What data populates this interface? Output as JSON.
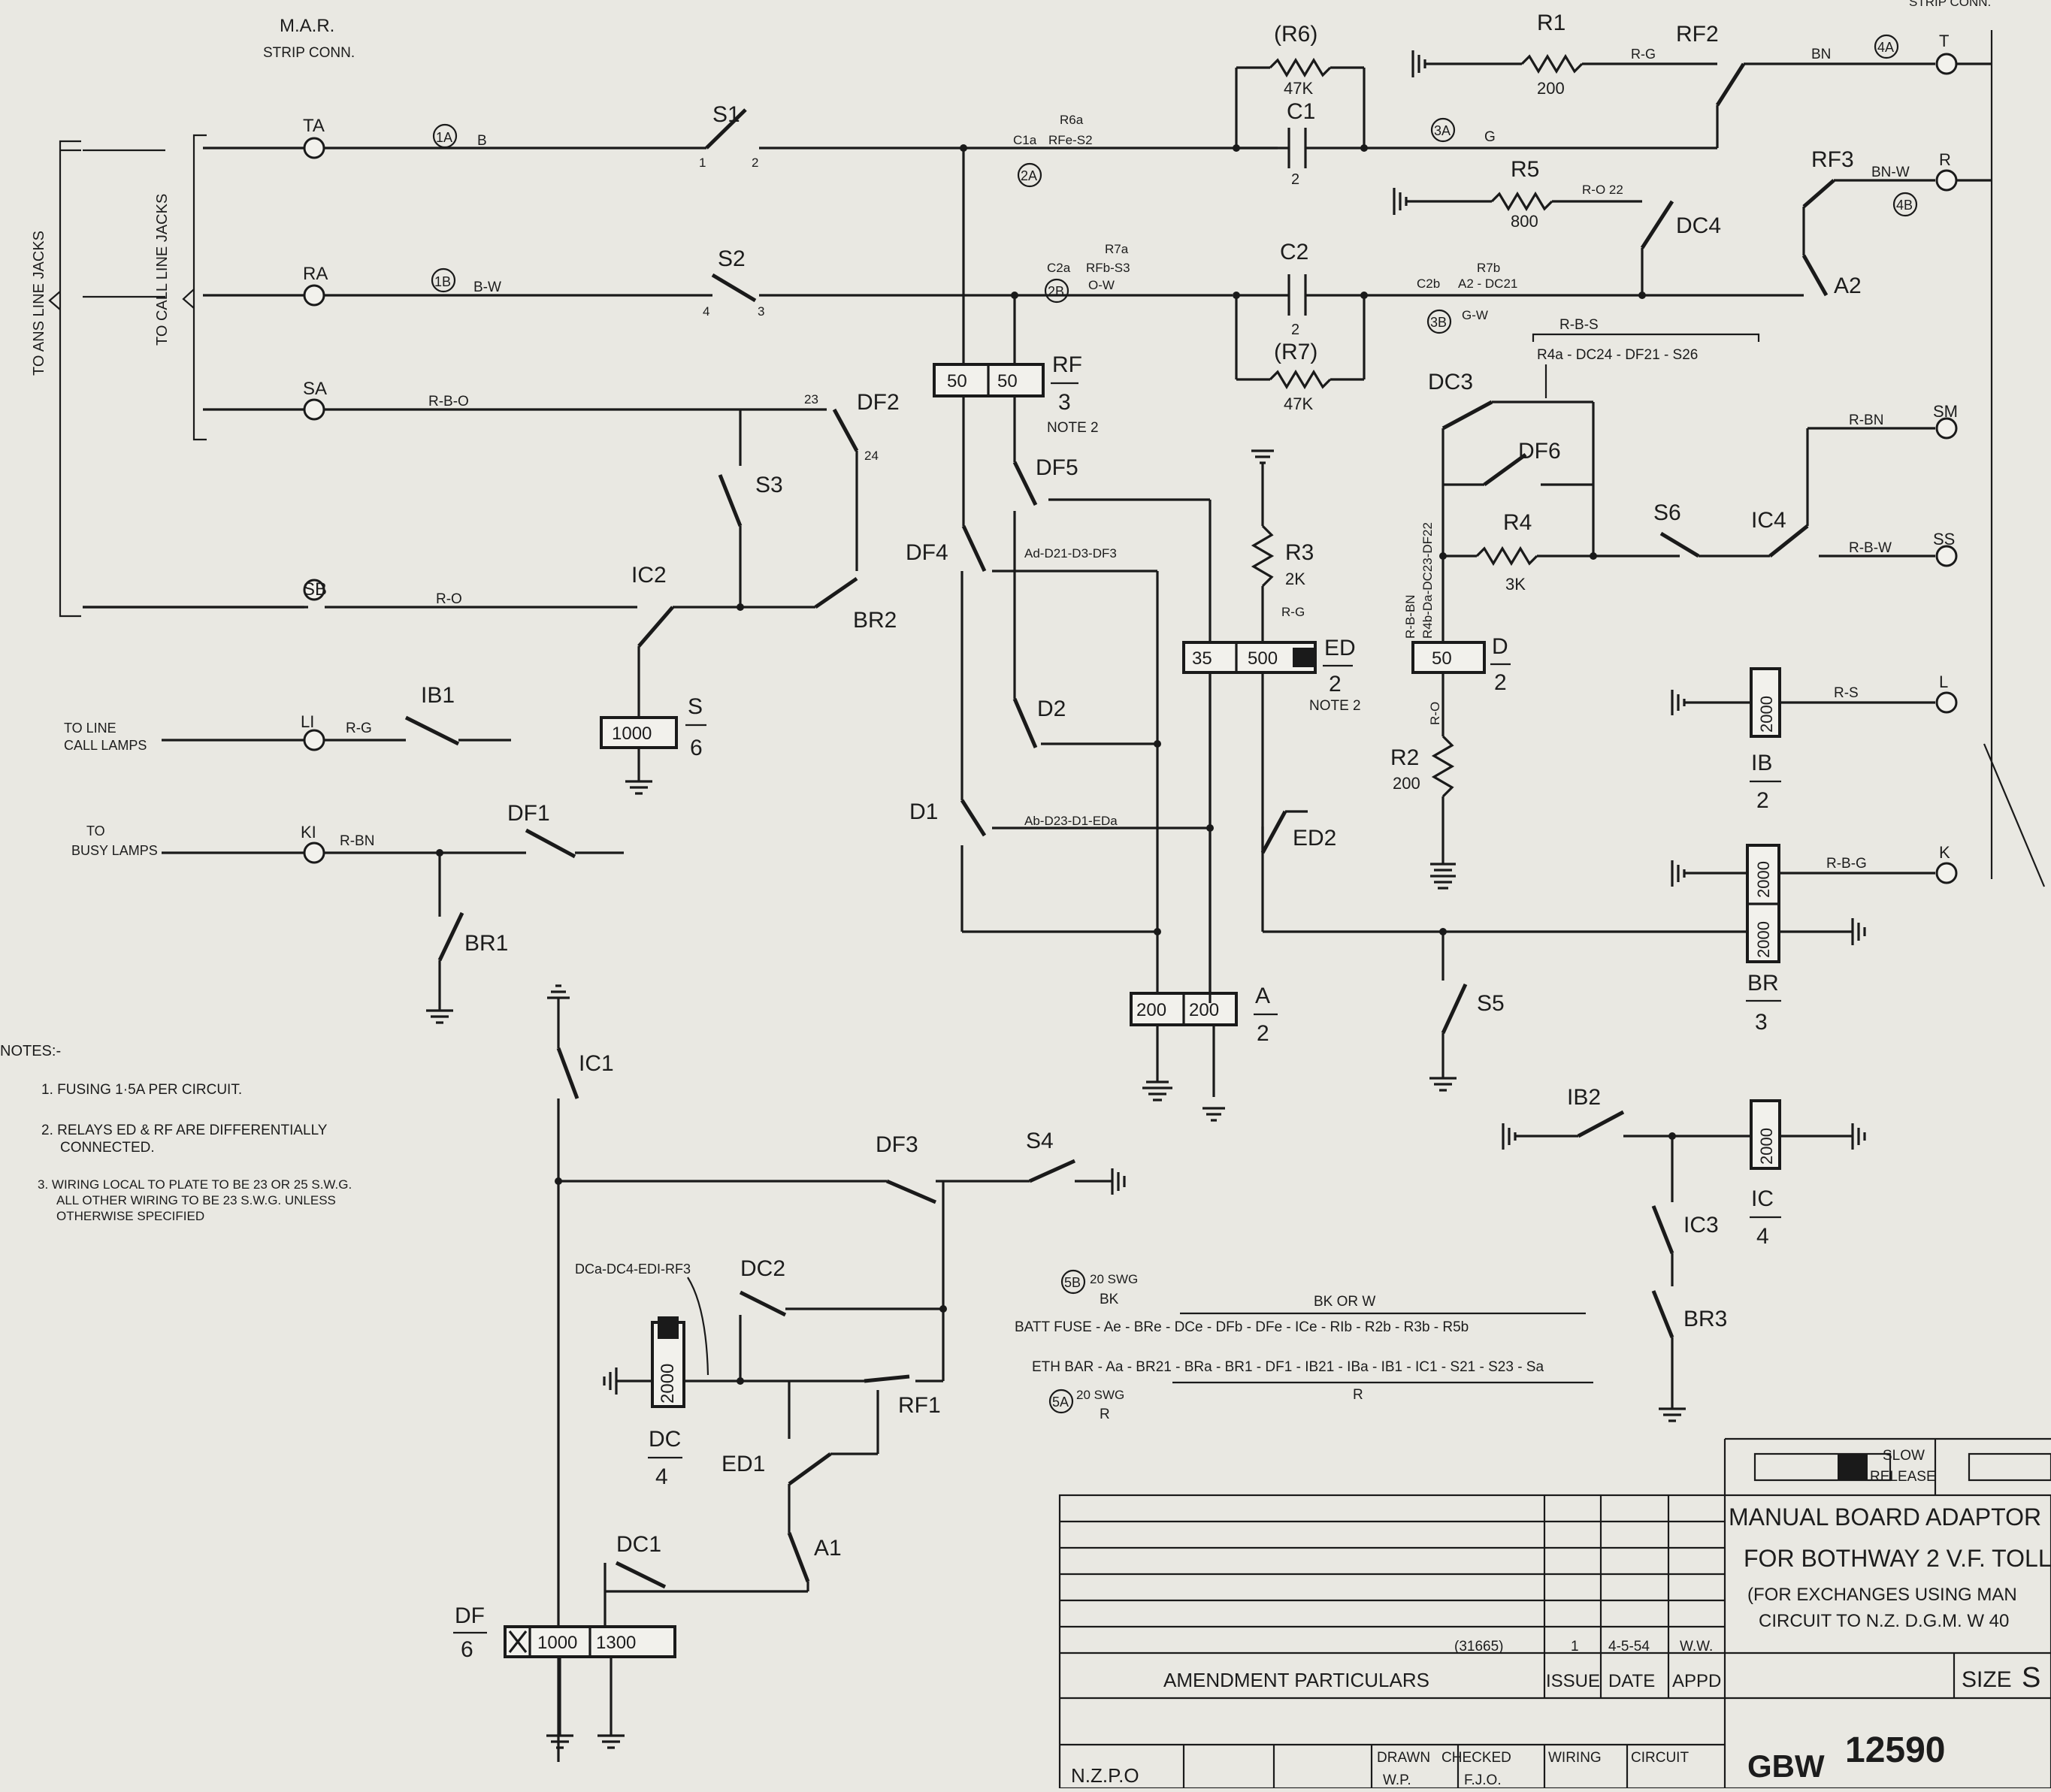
{
  "header": {
    "mar": "M.A.R.",
    "strip_conn": "STRIP CONN.",
    "strip_conn_right": "STRIP CONN."
  },
  "side_labels": {
    "ans_jacks": "TO ANS LINE JACKS",
    "call_jacks": "TO CALL LINE JACKS"
  },
  "terminals": {
    "TA": "TA",
    "RA": "RA",
    "SA": "SA",
    "SB": "SB",
    "L1": "LI",
    "K1": "KI",
    "T": "T",
    "R": "R",
    "SM": "SM",
    "SS": "SS",
    "L": "L",
    "K": "K"
  },
  "ext_labels": {
    "line_lamps_1": "TO LINE",
    "line_lamps_2": "CALL LAMPS",
    "busy_1": "TO",
    "busy_2": "BUSY LAMPS"
  },
  "wire_labels": {
    "ta_b": "B",
    "ra_bw": "B-W",
    "sa_rbo": "R-B-O",
    "sb_ro": "R-O",
    "l1_rg": "R-G",
    "k1_rbn": "R-BN",
    "c1_g": "G",
    "r1_rg": "R-G",
    "rf2_bn": "BN",
    "r5_ro": "R-O 22",
    "rf3_bnw": "BN-W",
    "c2b": "C2b",
    "c2b_gw": "G-W",
    "r7b_a2": "A2 - DC21",
    "r7b": "R7b",
    "c1a_1": "R6a",
    "c1a_2": "C1a",
    "c1a_3": "RFe-S2",
    "c2a_1": "R7a",
    "c2a_2": "C2a",
    "c2a_3": "RFb-S3",
    "c2a_4": "O-W",
    "rbs": "R-B-S",
    "r4a": "R4a - DC24 - DF21 - S26",
    "df4_note": "Ad-D21-D3-DF3",
    "d1_note": "Ab-D23-D1-EDa",
    "r3_rg": "R-G",
    "dc3_v": "R4b-Da-DC23-DF22",
    "dc3_v2": "R-B-BN",
    "r2_ro": "R-O",
    "sm_rbn": "R-BN",
    "ss_rbw": "R-B-W",
    "l_rs": "R-S",
    "k_rbg": "R-B-G",
    "dc_note": "DCa-DC4-EDI-RF3"
  },
  "ring_tags": [
    "1A",
    "1B",
    "2A",
    "2B",
    "3A",
    "3B",
    "4A",
    "4B",
    "5B",
    "5A"
  ],
  "components": {
    "R6": "(R6)",
    "R6v": "47K",
    "C1": "C1",
    "C1v": "2",
    "R1": "R1",
    "R1v": "200",
    "RF2": "RF2",
    "R5": "R5",
    "R5v": "800",
    "DC4": "DC4",
    "RF3": "RF3",
    "A2": "A2",
    "C2": "C2",
    "C2v": "2",
    "R7": "(R7)",
    "R7v": "47K",
    "S1": "S1",
    "S2": "S2",
    "S3": "S3",
    "S4": "S4",
    "S5": "S5",
    "S6": "S6",
    "DF1": "DF1",
    "DF2": "DF2",
    "DF3": "DF3",
    "DF4": "DF4",
    "DF5": "DF5",
    "DF6": "DF6",
    "IC1": "IC1",
    "IC2": "IC2",
    "IC3": "IC3",
    "IC4": "IC4",
    "IB1": "IB1",
    "IB2": "IB2",
    "BR1": "BR1",
    "BR2": "BR2",
    "BR3": "BR3",
    "D1": "D1",
    "D2": "D2",
    "DC1": "DC1",
    "DC2": "DC2",
    "DC3": "DC3",
    "ED1": "ED1",
    "ED2": "ED2",
    "RF1": "RF1",
    "A1": "A1",
    "R2": "R2",
    "R2v": "200",
    "R3": "R3",
    "R3v": "2K",
    "R4": "R4",
    "R4v": "3K",
    "note2": "NOTE 2"
  },
  "relays": {
    "RF": {
      "name": "RF",
      "n": "3",
      "a": "50",
      "b": "50"
    },
    "ED": {
      "name": "ED",
      "n": "2",
      "a": "35",
      "b": "500"
    },
    "A": {
      "name": "A",
      "n": "2",
      "a": "200",
      "b": "200"
    },
    "D": {
      "name": "D",
      "n": "2",
      "a": "50"
    },
    "S": {
      "name": "S",
      "n": "6",
      "a": "1000"
    },
    "DC": {
      "name": "DC",
      "n": "4",
      "a": "2000"
    },
    "DF": {
      "name": "DF",
      "n": "6",
      "a": "1000",
      "b": "1300"
    },
    "IB": {
      "name": "IB",
      "n": "2",
      "a": "2000"
    },
    "BR": {
      "name": "BR",
      "n": "3",
      "a": "2000",
      "b": "2000"
    },
    "IC": {
      "name": "IC",
      "n": "4",
      "a": "2000"
    }
  },
  "notes": {
    "title": "NOTES:-",
    "n1": "1. FUSING 1·5A PER CIRCUIT.",
    "n2a": "2. RELAYS ED & RF ARE DIFFERENTIALLY",
    "n2b": "CONNECTED.",
    "n3a": "3. WIRING LOCAL TO PLATE TO BE 23 OR 25 S.W.G.",
    "n3b": "ALL OTHER WIRING TO BE 23 S.W.G. UNLESS",
    "n3c": "OTHERWISE SPECIFIED"
  },
  "batt": {
    "bk_swg": "20 SWG",
    "bk": "BK",
    "bk_or_w": "BK OR W",
    "line1": "BATT FUSE - Ae - BRe - DCe - DFb - DFe - ICe - RIb - R2b - R3b - R5b",
    "line2": "ETH BAR - Aa - BR21 - BRa - BR1 - DF1 - IB21 - IBa - IB1 - IC1 - S21 - S23 - Sa",
    "r_swg": "20 SWG",
    "r": "R",
    "r2": "R"
  },
  "title_block": {
    "slow_release": "SLOW",
    "slow_release2": "RELEASE",
    "t1": "MANUAL BOARD ADAPTOR",
    "t2": "FOR BOTHWAY 2 V.F. TOLL",
    "t3": "(FOR EXCHANGES USING MAN",
    "t4": "CIRCUIT TO N.Z. D.G.M. W 40",
    "amend_ref": "(31665)",
    "issue_no": "1",
    "issue_date": "4-5-54",
    "issue_appd": "W.W.",
    "amendment": "AMENDMENT PARTICULARS",
    "issue": "ISSUE",
    "date": "DATE",
    "appd": "APPD",
    "size": "SIZE",
    "size_val": "S",
    "nzpo": "N.Z.P.O",
    "drawn": "DRAWN",
    "drawn_by": "W.P.",
    "checked": "CHECKED",
    "checked_by": "F.J.O.",
    "wiring": "WIRING",
    "circuit": "CIRCUIT",
    "dwg_prefix": "GBW",
    "dwg_no": "12590"
  }
}
